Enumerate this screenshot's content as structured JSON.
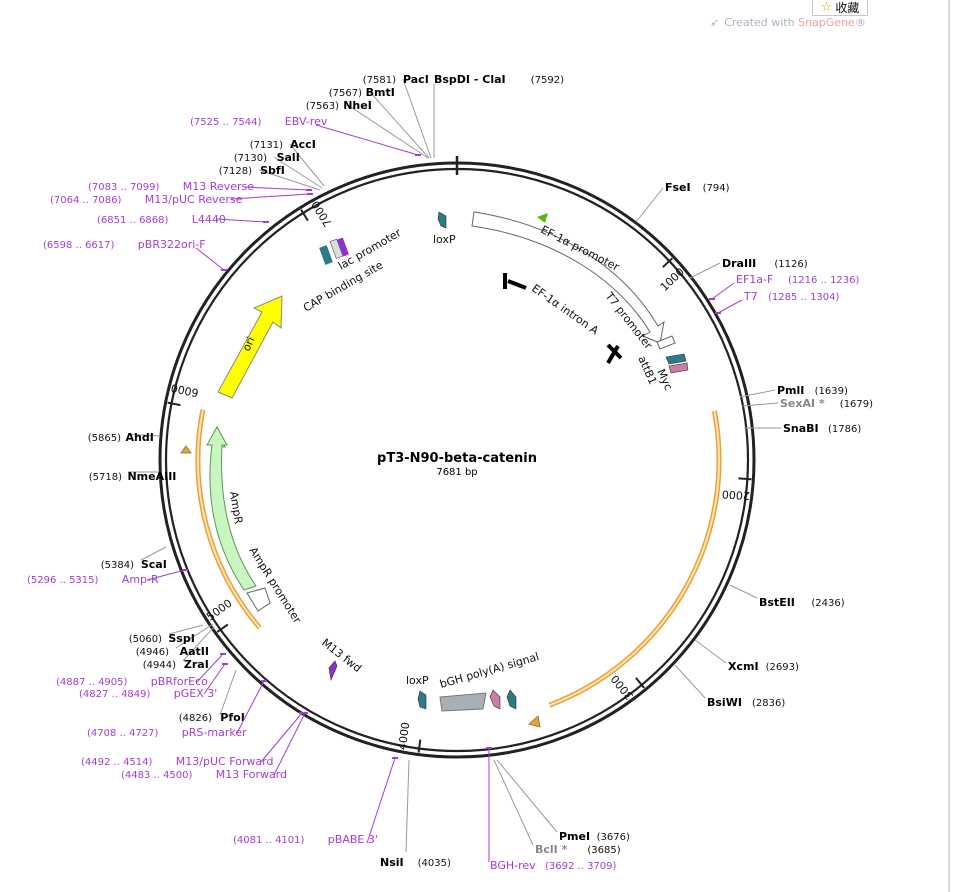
{
  "toolbar": {
    "favorite_icon": "star-icon",
    "favorite_label": "收藏"
  },
  "credit": {
    "prefix": "Created with ",
    "brand": "SnapGene",
    "suffix": "®"
  },
  "plasmid": {
    "name": "pT3-N90-beta-catenin",
    "size_label": "7681 bp",
    "length": 7681
  },
  "colors": {
    "backbone": "#222222",
    "enzyme": "#000000",
    "primer": "#a13cd8",
    "leader_gray": "#9a9a9a",
    "yellow": "#ffff00",
    "light_green": "#c8f5c0",
    "green": "#55bb11",
    "orange": "#e8a23a",
    "teal": "#2e7a86",
    "pink": "#c77fa6",
    "gray_feature": "#a8b0b5",
    "purple": "#8e2fcf"
  },
  "ruler_ticks": [
    "1000",
    "2000",
    "3000",
    "4000",
    "5000",
    "6000",
    "7000"
  ],
  "enzymes": [
    {
      "name": "PacI",
      "pos": "(7581)",
      "side": "left"
    },
    {
      "name": "BspDI - ClaI",
      "pos": "(7592)",
      "side": "right"
    },
    {
      "name": "BmtI",
      "pos": "(7567)",
      "side": "left"
    },
    {
      "name": "NheI",
      "pos": "(7563)",
      "side": "left"
    },
    {
      "name": "AccI",
      "pos": "(7131)",
      "side": "left"
    },
    {
      "name": "SalI",
      "pos": "(7130)",
      "side": "left"
    },
    {
      "name": "SbfI",
      "pos": "(7128)",
      "side": "left"
    },
    {
      "name": "FseI",
      "pos": "(794)",
      "side": "right"
    },
    {
      "name": "DraIII",
      "pos": "(1126)",
      "side": "right"
    },
    {
      "name": "PmlI",
      "pos": "(1639)",
      "side": "right"
    },
    {
      "name": "SexAI *",
      "pos": "(1679)",
      "side": "right",
      "muted": true
    },
    {
      "name": "SnaBI",
      "pos": "(1786)",
      "side": "right"
    },
    {
      "name": "BstEII",
      "pos": "(2436)",
      "side": "right"
    },
    {
      "name": "XcmI",
      "pos": "(2693)",
      "side": "right"
    },
    {
      "name": "BsiWI",
      "pos": "(2836)",
      "side": "right"
    },
    {
      "name": "PmeI",
      "pos": "(3676)",
      "side": "right"
    },
    {
      "name": "BclI *",
      "pos": "(3685)",
      "side": "right",
      "muted": true
    },
    {
      "name": "NsiI",
      "pos": "(4035)",
      "side": "right"
    },
    {
      "name": "PfoI",
      "pos": "(4826)",
      "side": "left"
    },
    {
      "name": "ZraI",
      "pos": "(4944)",
      "side": "left"
    },
    {
      "name": "AatII",
      "pos": "(4946)",
      "side": "left"
    },
    {
      "name": "SspI",
      "pos": "(5060)",
      "side": "left"
    },
    {
      "name": "ScaI",
      "pos": "(5384)",
      "side": "left"
    },
    {
      "name": "NmeAIII",
      "pos": "(5718)",
      "side": "left"
    },
    {
      "name": "AhdI",
      "pos": "(5865)",
      "side": "left"
    }
  ],
  "primers": [
    {
      "name": "EBV-rev",
      "range": "(7525 .. 7544)",
      "side": "left"
    },
    {
      "name": "M13 Reverse",
      "range": "(7083 .. 7099)",
      "side": "left"
    },
    {
      "name": "M13/pUC Reverse",
      "range": "(7064 .. 7086)",
      "side": "left"
    },
    {
      "name": "L4440",
      "range": "(6851 .. 6868)",
      "side": "left"
    },
    {
      "name": "pBR322ori-F",
      "range": "(6598 .. 6617)",
      "side": "left"
    },
    {
      "name": "EF1a-F",
      "range": "(1216 .. 1236)",
      "side": "right"
    },
    {
      "name": "T7",
      "range": "(1285 .. 1304)",
      "side": "right"
    },
    {
      "name": "Amp-R",
      "range": "(5296 .. 5315)",
      "side": "left"
    },
    {
      "name": "pBRforEco",
      "range": "(4887 .. 4905)",
      "side": "left"
    },
    {
      "name": "pGEX 3'",
      "range": "(4827 .. 4849)",
      "side": "left"
    },
    {
      "name": "pRS-marker",
      "range": "(4708 .. 4727)",
      "side": "left"
    },
    {
      "name": "M13/pUC Forward",
      "range": "(4492 .. 4514)",
      "side": "left"
    },
    {
      "name": "M13 Forward",
      "range": "(4483 .. 4500)",
      "side": "left"
    },
    {
      "name": "pBABE 3'",
      "range": "(4081 .. 4101)",
      "side": "left"
    },
    {
      "name": "BGH-rev",
      "range": "(3692 .. 3709)",
      "side": "right"
    }
  ],
  "features": {
    "loxp_top": "loxP",
    "ef1a_promoter": "EF-1α promoter",
    "t7_promoter": "T7 promoter",
    "ef1a_intron": "EF-1α intron A",
    "attb1": "attB1",
    "myc": "Myc",
    "lac_promoter": "lac promoter",
    "cap_site": "CAP binding site",
    "ori": "ori",
    "ampr": "AmpR",
    "ampr_promoter": "AmpR promoter",
    "m13_fwd": "M13 fwd",
    "loxp_bottom": "loxP",
    "bgh_polya": "bGH poly(A) signal"
  }
}
